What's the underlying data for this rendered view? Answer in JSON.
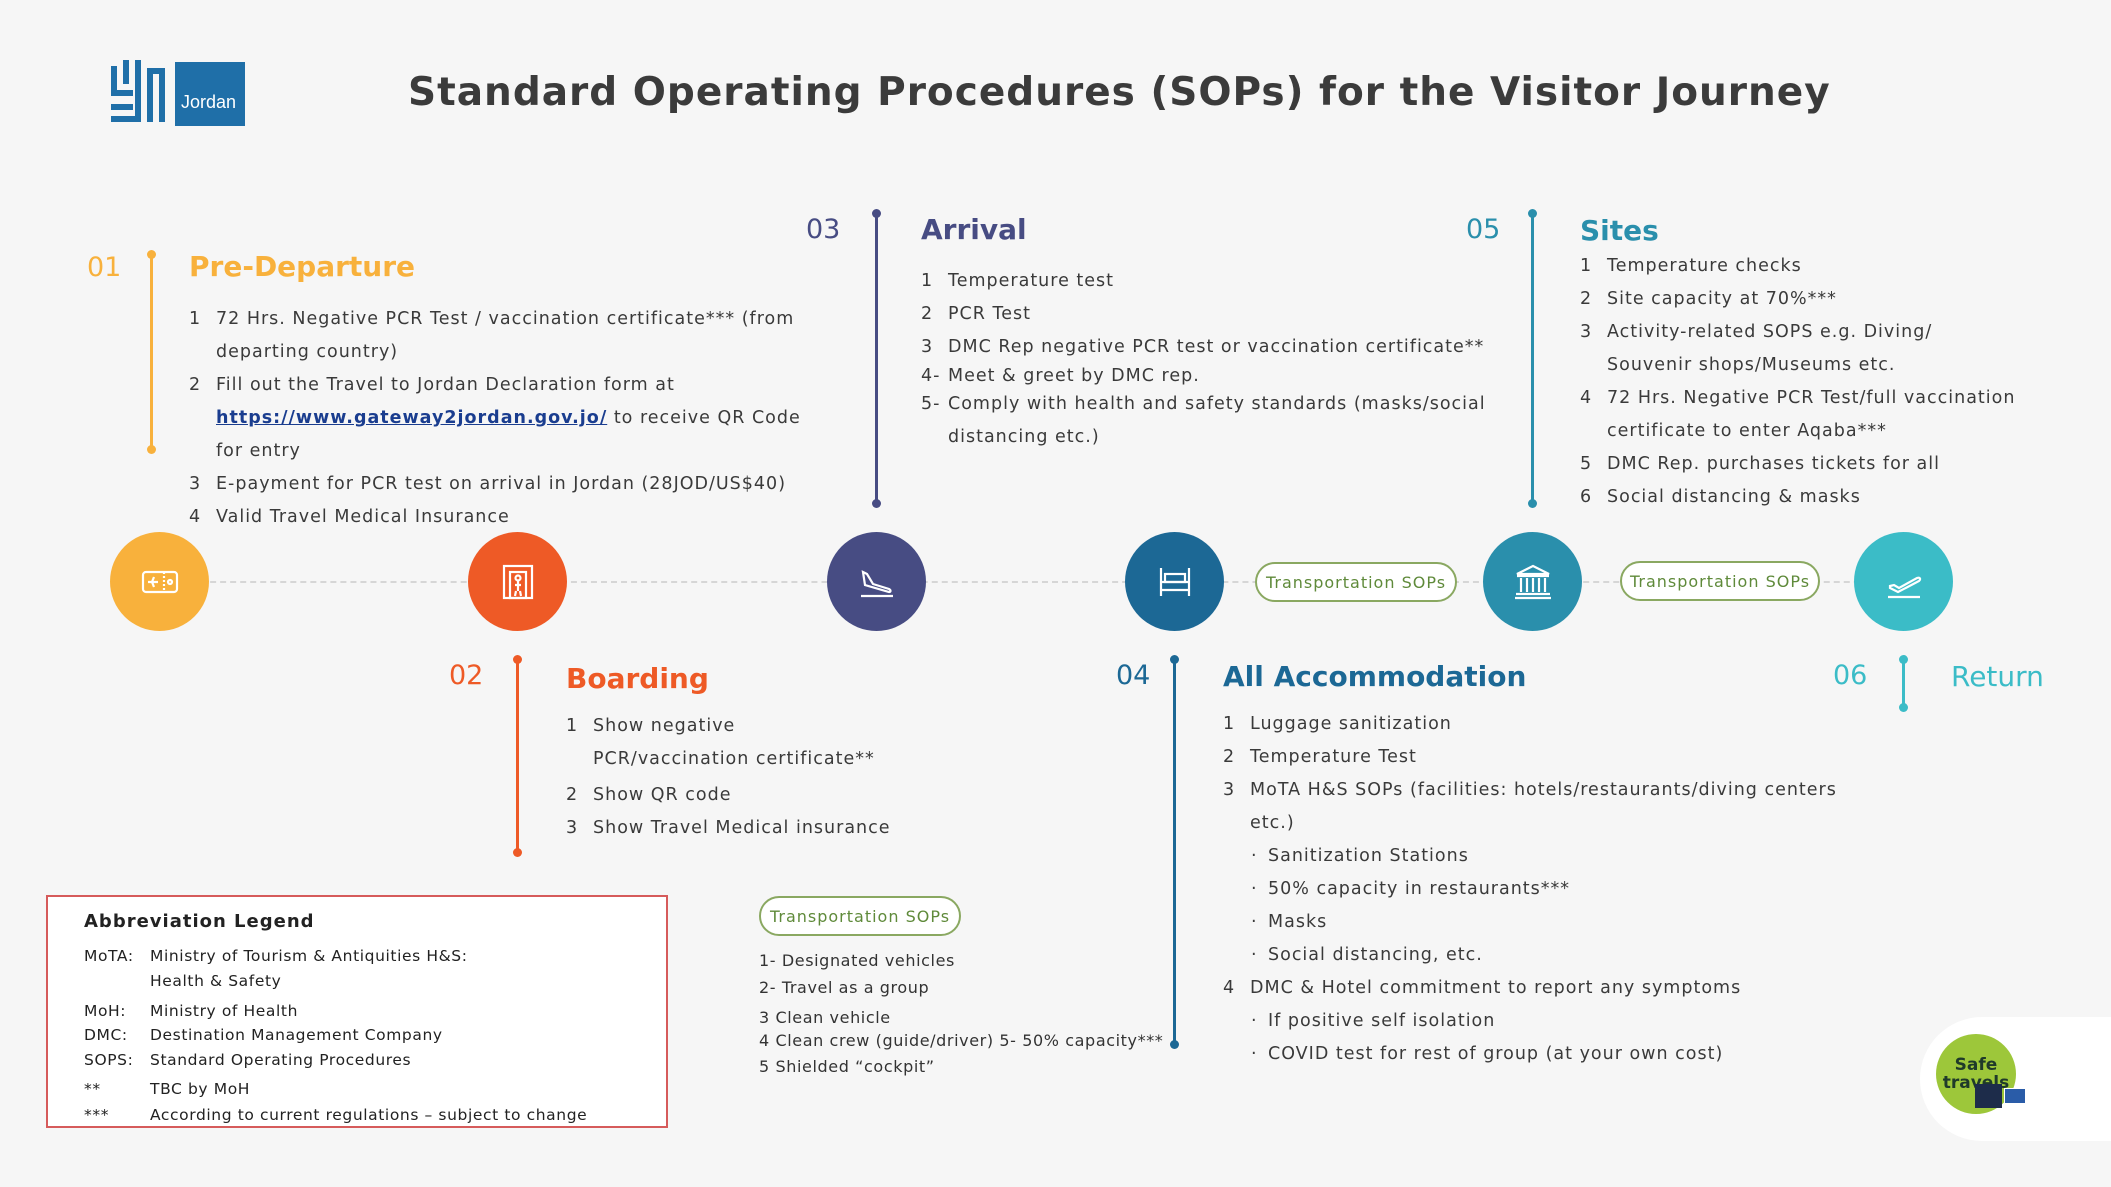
{
  "title": "Standard Operating Procedures (SOPs) for the Visitor Journey",
  "logo_text": "Jordan",
  "colors": {
    "predeparture": "#f8b13c",
    "boarding": "#ee5a26",
    "arrival": "#474c83",
    "accommodation": "#1c6895",
    "sites": "#2a8fac",
    "return": "#3bbcc7",
    "transport": "#8aa861"
  },
  "steps": {
    "s01": {
      "num": "01",
      "heading": "Pre-Departure",
      "items": [
        {
          "n": "1",
          "text": "72 Hrs. Negative PCR Test / vaccination certificate*** (from departing country)"
        },
        {
          "n": "2",
          "text_before": "Fill out the Travel to Jordan Declaration form  at",
          "link": "https://www.gateway2jordan.gov.jo/",
          "text_after": "to receive QR Code for entry"
        },
        {
          "n": "3",
          "text": "E-payment for PCR test on arrival in  Jordan (28JOD/US$40)"
        },
        {
          "n": "4",
          "text": "Valid Travel Medical Insurance"
        }
      ]
    },
    "s02": {
      "num": "02",
      "heading": "Boarding",
      "items": [
        {
          "n": "1",
          "text": "Show negative PCR/vaccination certificate**"
        },
        {
          "n": "2",
          "text": "Show QR code"
        },
        {
          "n": "3",
          "text": "Show Travel Medical insurance"
        }
      ]
    },
    "s03": {
      "num": "03",
      "heading": "Arrival",
      "items": [
        {
          "n": "1",
          "text": "Temperature  test"
        },
        {
          "n": "2",
          "text": "PCR  Test"
        },
        {
          "n": "3",
          "text": "DMC Rep negative PCR test or vaccination certificate**"
        },
        {
          "n": "4-",
          "text": "Meet & greet by DMC rep."
        },
        {
          "n": "5-",
          "text": "Comply  with health and safety standards (masks/social distancing  etc.)"
        }
      ]
    },
    "s04": {
      "num": "04",
      "heading": "All Accommodation",
      "items": [
        {
          "n": "1",
          "text": "Luggage sanitization"
        },
        {
          "n": "2",
          "text": "Temperature  Test"
        },
        {
          "n": "3",
          "text": "MoTA H&S SOPs (facilities: hotels/restaurants/diving  centers etc.)"
        },
        {
          "n": "·",
          "text": "Sanitization  Stations",
          "sub": true
        },
        {
          "n": "·",
          "text": "50% capacity in restaurants***",
          "sub": true
        },
        {
          "n": "·",
          "text": "Masks",
          "sub": true
        },
        {
          "n": "·",
          "text": "Social distancing, etc.",
          "sub": true
        },
        {
          "n": "4",
          "text": "DMC & Hotel commitment to report  any symptoms"
        },
        {
          "n": "·",
          "text": "If positive self isolation",
          "sub": true
        },
        {
          "n": "·",
          "text": "COVID  test for rest of group  (at your own cost)",
          "sub": true
        }
      ]
    },
    "s05": {
      "num": "05",
      "heading": "Sites",
      "items": [
        {
          "n": "1",
          "text": "Temperature  checks"
        },
        {
          "n": "2",
          "text": "Site capacity at 70%***"
        },
        {
          "n": "3",
          "text": "Activity-related  SOPS e.g. Diving/ Souvenir shops/Museums  etc."
        },
        {
          "n": "4",
          "text": "72 Hrs. Negative PCR Test/full vaccination certificate to enter Aqaba***"
        },
        {
          "n": "5",
          "text": "DMC Rep. purchases tickets for all"
        },
        {
          "n": "6",
          "text": "Social distancing  & masks"
        }
      ]
    },
    "s06": {
      "num": "06",
      "heading": "Return"
    }
  },
  "icons": {
    "predeparture": "ticket-icon",
    "boarding": "boarding-gate-icon",
    "arrival": "plane-landing-icon",
    "accommodation": "bed-icon",
    "sites": "landmark-icon",
    "return": "plane-takeoff-icon"
  },
  "transport_pill": "Transportation  SOPs",
  "transport_list": [
    "1- Designated  vehicles",
    "2- Travel as a group",
    "3   Clean vehicle",
    "4   Clean crew (guide/driver)   5-  50% capacity***",
    "5   Shielded “cockpit”"
  ],
  "legend": {
    "title": "Abbreviation Legend",
    "rows": [
      {
        "k": "MoTA:",
        "v": "Ministry  of Tourism  & Antiquities   H&S:"
      },
      {
        "k": "",
        "v": "Health & Safety"
      },
      {
        "k": "MoH:",
        "v": "Ministry  of Health"
      },
      {
        "k": "DMC:",
        "v": "Destination  Management Company"
      },
      {
        "k": "SOPS:",
        "v": "Standard Operating  Procedures"
      },
      {
        "k": "**",
        "v": "TBC by MoH"
      },
      {
        "k": "***",
        "v": "According  to current regulations  – subject   to change"
      }
    ]
  },
  "badge": {
    "line1": "Safe",
    "line2": "travels"
  }
}
